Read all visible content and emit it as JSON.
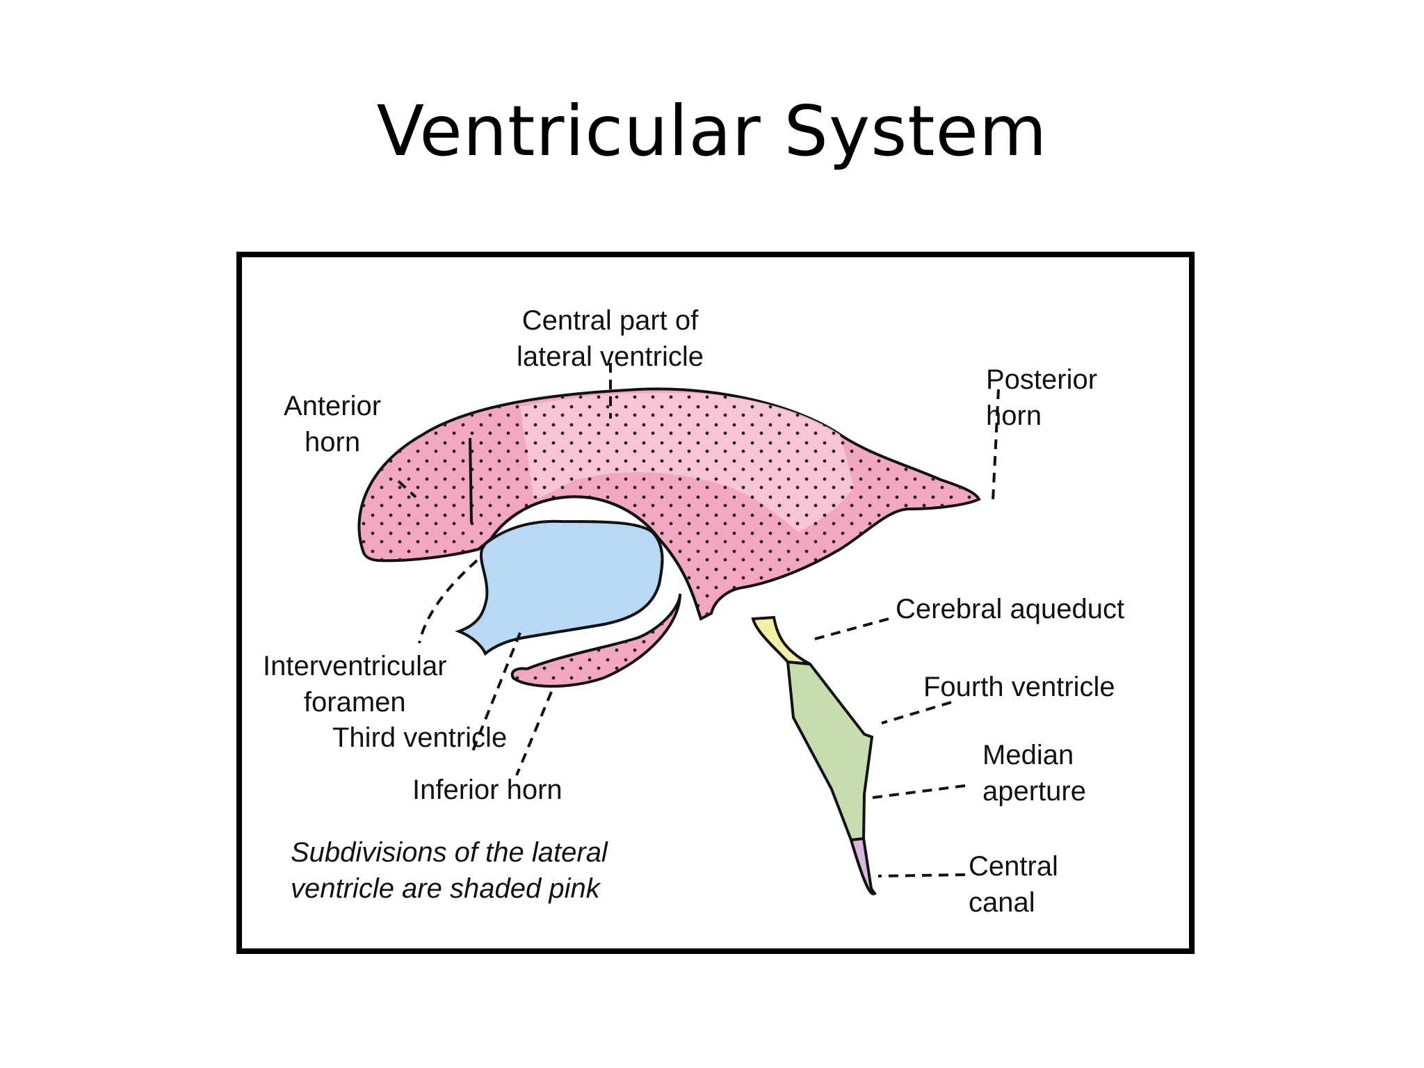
{
  "slide": {
    "title": "Ventricular System"
  },
  "labels": {
    "central_part": [
      "Central part of",
      "lateral ventricle"
    ],
    "posterior_horn": [
      "Posterior",
      "horn"
    ],
    "anterior_horn": [
      "Anterior",
      "horn"
    ],
    "cerebral_aqueduct": [
      "Cerebral aqueduct"
    ],
    "interventricular_foramen": [
      "Interventricular",
      "foramen"
    ],
    "fourth_ventricle": [
      "Fourth ventricle"
    ],
    "third_ventricle": [
      "Third ventricle"
    ],
    "median_aperture": [
      "Median",
      "aperture"
    ],
    "inferior_horn": [
      "Inferior horn"
    ],
    "central_canal": [
      "Central",
      "canal"
    ]
  },
  "caption": [
    "Subdivisions of the lateral",
    "ventricle are shaded pink"
  ],
  "colors": {
    "lateral_ventricle": "#f2a7c0",
    "lateral_ventricle_light": "#f7c6d8",
    "third_ventricle": "#b8d8f5",
    "cerebral_aqueduct": "#f3efa3",
    "fourth_ventricle": "#c6ddb0",
    "central_canal": "#d9b8e0",
    "outline": "#111111"
  }
}
